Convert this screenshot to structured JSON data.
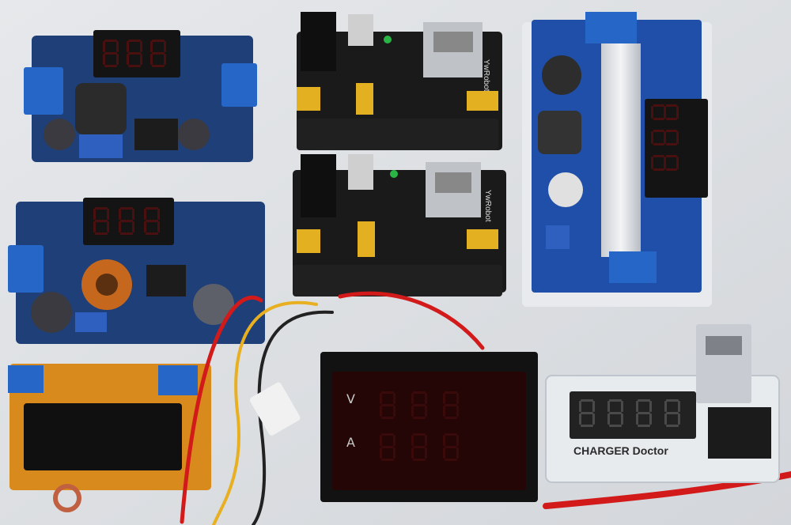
{
  "boards": {
    "breadboard_top": {
      "brand_text": "YwRobot"
    },
    "breadboard_bottom": {
      "brand_text": "YwRobot"
    },
    "charger_doctor": {
      "label_text": "CHARGER Doctor"
    },
    "panel_meter": {
      "symbol_volt": "V",
      "symbol_amp": "A"
    }
  },
  "colors": {
    "background": "#dcdfe3",
    "pcb_blue": "#1f3f78",
    "pcb_black": "#1a1a1a",
    "terminal_blue": "#2566c6",
    "led_red_off": "#3a0a0a",
    "wire_red": "#d21a1a",
    "wire_yellow": "#e8b020",
    "wire_black": "#222222"
  },
  "icons": [
    "seven-segment-display-icon",
    "usb-port-icon",
    "heatsink-icon"
  ]
}
